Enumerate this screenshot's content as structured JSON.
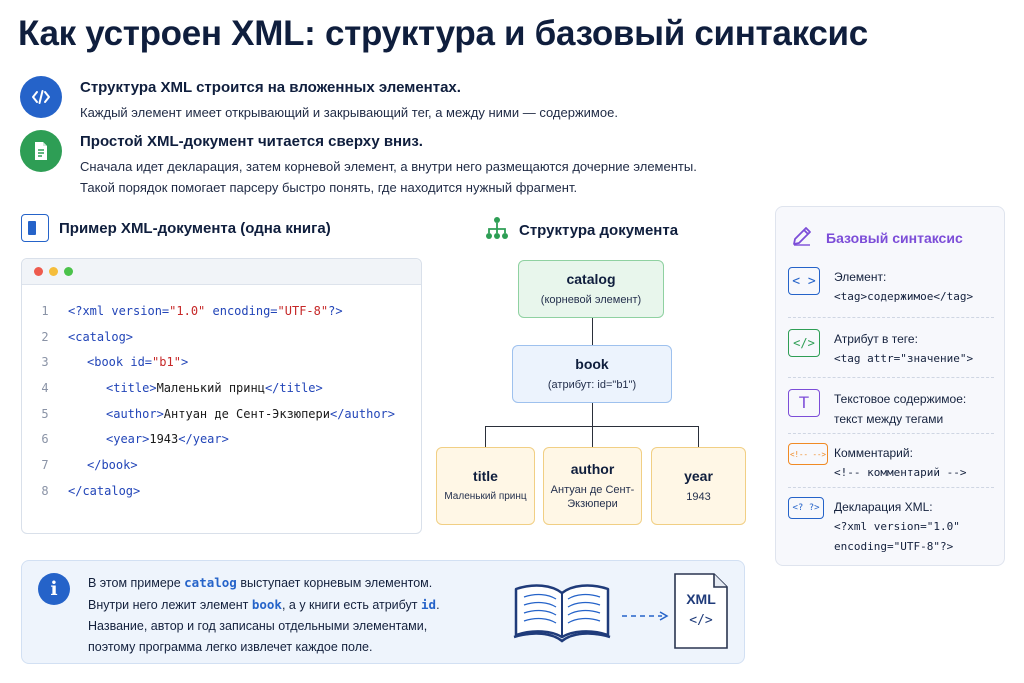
{
  "title": "Как устроен XML: структура и базовый синтаксис",
  "intro": [
    {
      "heading": "Структура XML строится на вложенных элементах.",
      "text1": "Каждый элемент имеет открывающий и закрывающий тег, а между ними — содержимое.",
      "icon": "code-icon",
      "color": "#2563c9"
    },
    {
      "heading": "Простой XML-документ читается сверху вниз.",
      "text1": "Сначала идет декларация, затем корневой элемент, а внутри него размещаются дочерние элементы.",
      "text2": "Такой порядок помогает парсеру быстро понять, где находится нужный фрагмент.",
      "icon": "document-icon",
      "color": "#2e9e55"
    }
  ],
  "example": {
    "title": "Пример XML-документа (одна книга)",
    "window_dots": [
      "#ee5b4e",
      "#f5bd3b",
      "#4bc24b"
    ],
    "lines": [
      {
        "n": "1",
        "p1": "<?xml ",
        "a1": "version=",
        "s1": "\"1.0\"",
        "a2": " encoding=",
        "s2": "\"UTF-8\"",
        "p2": "?>"
      },
      {
        "n": "2",
        "p1": "<catalog>"
      },
      {
        "n": "3",
        "p1": "<book ",
        "a1": "id=",
        "s1": "\"b1\"",
        "p2": ">"
      },
      {
        "n": "4",
        "p1": "<title>",
        "t": "Маленький принц",
        "p2": "</title>"
      },
      {
        "n": "5",
        "p1": "<author>",
        "t": "Антуан де Сент-Экзюпери",
        "p2": "</author>"
      },
      {
        "n": "6",
        "p1": "<year>",
        "t": "1943",
        "p2": "</year>"
      },
      {
        "n": "7",
        "p1": "</book>"
      },
      {
        "n": "8",
        "p1": "</catalog>"
      }
    ]
  },
  "structure": {
    "title": "Структура документа",
    "root": {
      "name": "catalog",
      "sub": "(корневой элемент)"
    },
    "mid": {
      "name": "book",
      "sub": "(атрибут: id=\"b1\")"
    },
    "leaves": [
      {
        "name": "title",
        "sub": "Маленький принц"
      },
      {
        "name": "author",
        "sub": "Антуан де Сент-Экзюпери"
      },
      {
        "name": "year",
        "sub": "1943"
      }
    ]
  },
  "syntax": {
    "title": "Базовый синтаксис",
    "items": [
      {
        "icon": "element-icon",
        "glyph": "< >",
        "label": "Элемент:",
        "example": "<tag>содержимое</tag>"
      },
      {
        "icon": "attribute-icon",
        "glyph": "</>",
        "label": "Атрибут в теге:",
        "example": "<tag attr=\"значение\">"
      },
      {
        "icon": "text-icon",
        "glyph": "T",
        "label": "Текстовое содержимое:",
        "example": "текст между тегами"
      },
      {
        "icon": "comment-icon",
        "glyph": "<!-- -->",
        "label": "Комментарий:",
        "example": "<!-- комментарий -->"
      },
      {
        "icon": "declaration-icon",
        "glyph": "<? ?>",
        "label": "Декларация XML:",
        "example": "<?xml version=\"1.0\"",
        "example2": "encoding=\"UTF-8\"?>"
      }
    ]
  },
  "info": {
    "badge": "i",
    "l1a": "В этом примере ",
    "l1k": "catalog",
    "l1b": " выступает корневым элементом.",
    "l2a": "Внутри него лежит элемент ",
    "l2k": "book",
    "l2b": ", а у книги есть атрибут ",
    "l2k2": "id",
    "l2c": ".",
    "l3": "Название, автор и год записаны отдельными элементами,",
    "l4": "поэтому программа легко извлечет каждое поле.",
    "file_label": "XML",
    "file_glyph": "</>"
  }
}
